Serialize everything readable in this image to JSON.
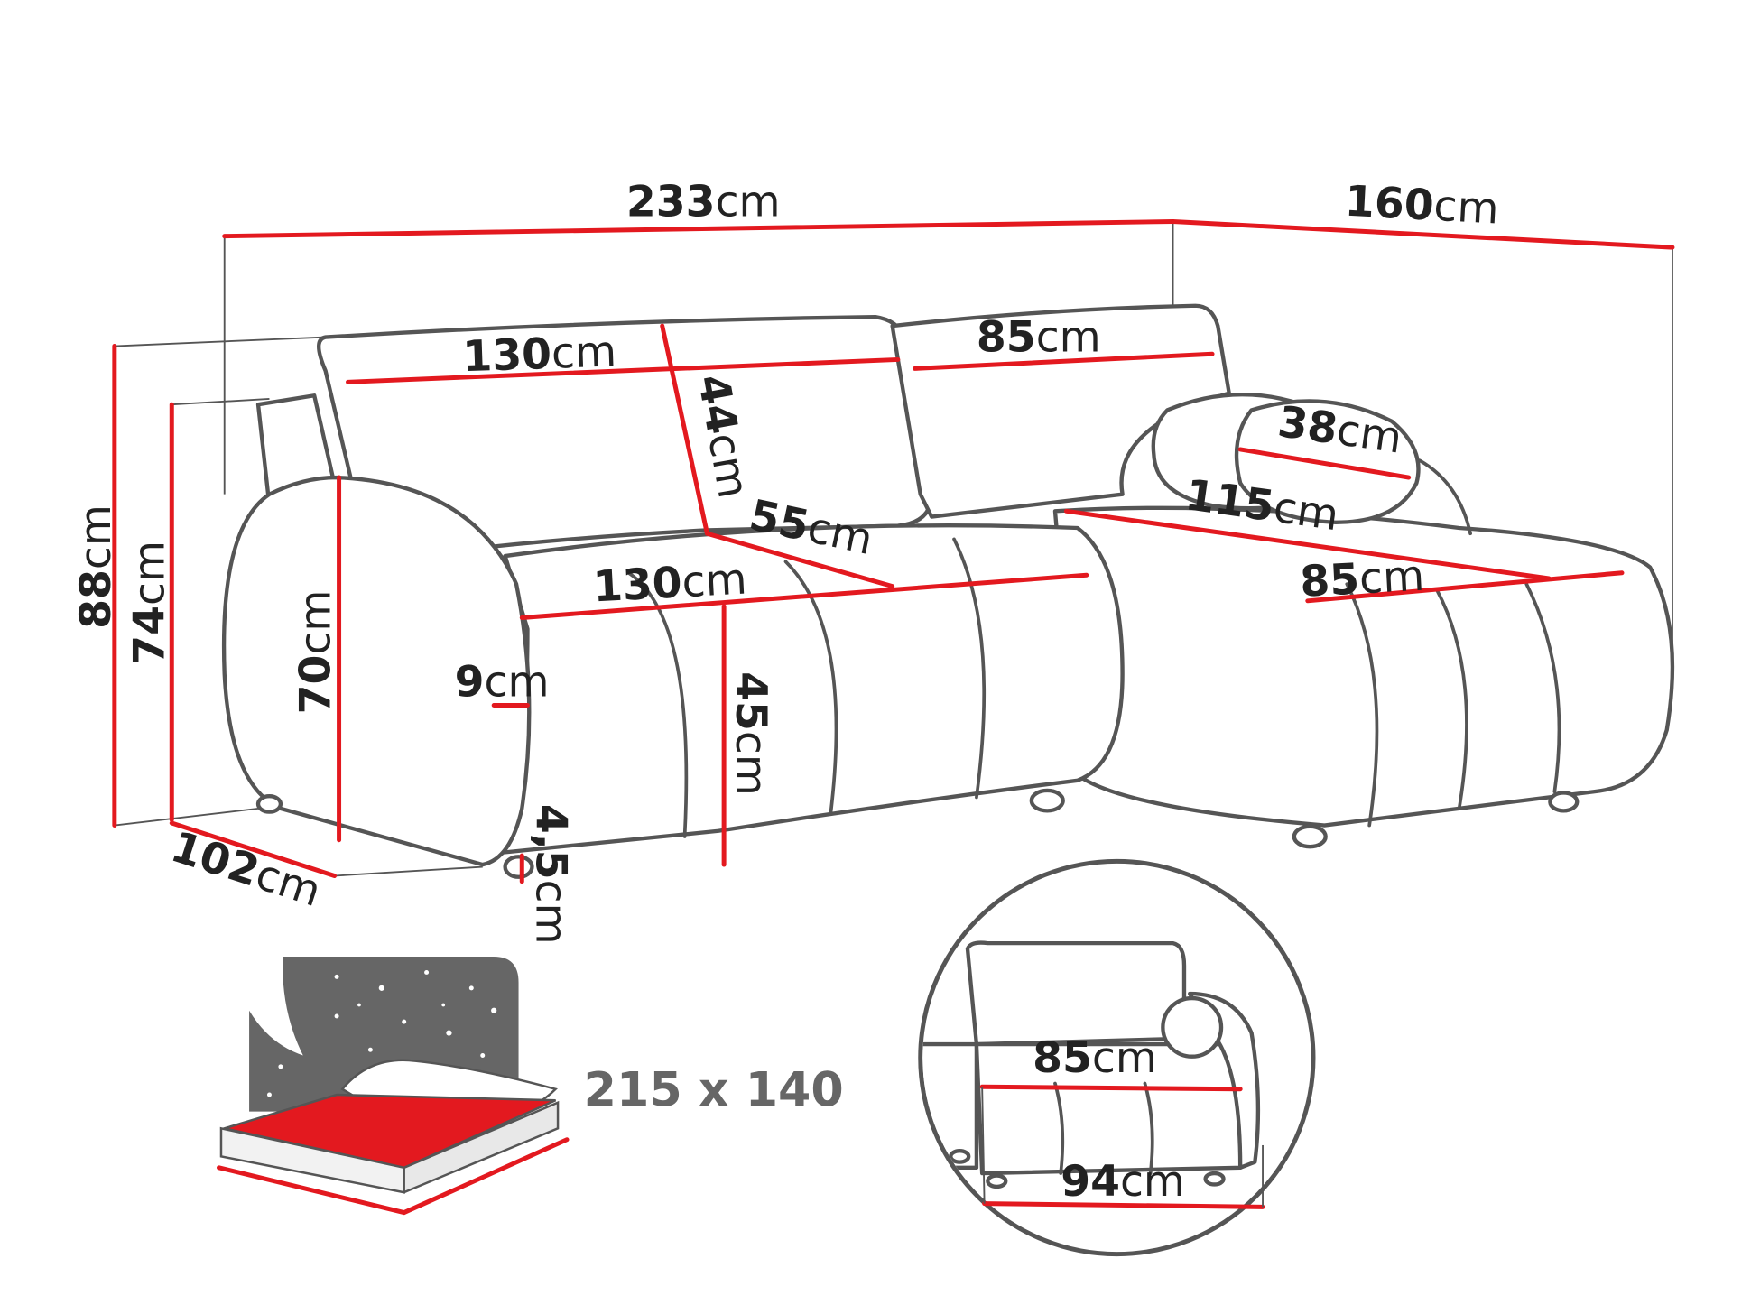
{
  "title": "Corner sofa dimensions",
  "dimensions": {
    "total_width": {
      "value": "233",
      "unit": "cm"
    },
    "chaise_depth": {
      "value": "160",
      "unit": "cm"
    },
    "backrest_width_left": {
      "value": "130",
      "unit": "cm"
    },
    "backrest_width_right": {
      "value": "85",
      "unit": "cm"
    },
    "backrest_height": {
      "value": "44",
      "unit": "cm"
    },
    "pillow_diameter": {
      "value": "38",
      "unit": "cm"
    },
    "seat_depth": {
      "value": "55",
      "unit": "cm"
    },
    "chaise_seat_length": {
      "value": "115",
      "unit": "cm"
    },
    "seat_width": {
      "value": "130",
      "unit": "cm"
    },
    "chaise_seat_width": {
      "value": "85",
      "unit": "cm"
    },
    "total_height": {
      "value": "88",
      "unit": "cm"
    },
    "height_without_backrest": {
      "value": "74",
      "unit": "cm"
    },
    "armrest_height": {
      "value": "70",
      "unit": "cm"
    },
    "armrest_width": {
      "value": "9",
      "unit": "cm"
    },
    "seat_height": {
      "value": "45",
      "unit": "cm"
    },
    "leg_height": {
      "value": "4,5",
      "unit": "cm"
    },
    "total_depth": {
      "value": "102",
      "unit": "cm"
    }
  },
  "bed": {
    "size_label": "215 x 140"
  },
  "detail": {
    "inner_width": {
      "value": "85",
      "unit": "cm"
    },
    "outer_width": {
      "value": "94",
      "unit": "cm"
    }
  },
  "colors": {
    "dimension_line": "#e3191f",
    "outline": "#555555",
    "bed_mattress": "#e3191f"
  }
}
